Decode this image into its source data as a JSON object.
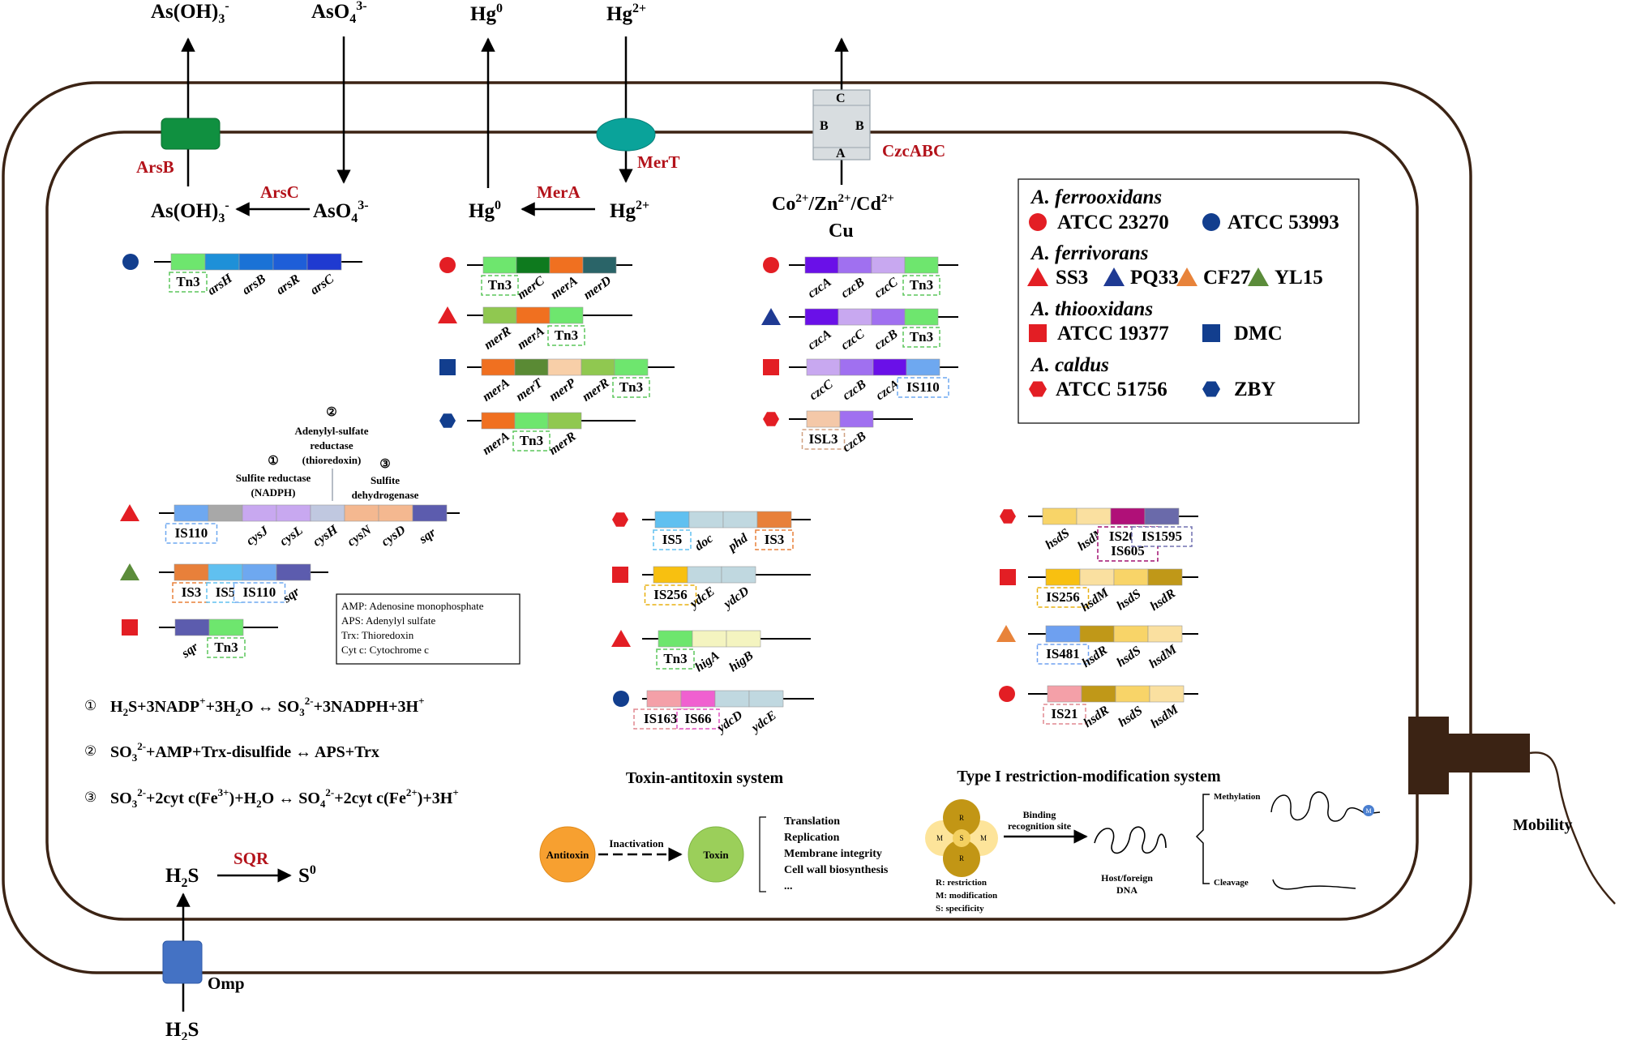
{
  "arsenic": {
    "top_left": "As(OH)",
    "top_left_sub": "3",
    "top_left_sup": "-",
    "top_right": "AsO",
    "top_right_sub": "4",
    "top_right_sup": "3-",
    "transporter": "ArsB",
    "enzyme": "ArsC",
    "inner_left": "As(OH)",
    "inner_left_sub": "3",
    "inner_left_sup": "-",
    "inner_right": "AsO",
    "inner_right_sub": "4",
    "inner_right_sup": "3-"
  },
  "mercury": {
    "top_left": "Hg",
    "top_left_sup": "0",
    "top_right": "Hg",
    "top_right_sup": "2+",
    "transporter": "MerT",
    "enzyme": "MerA",
    "inner_left": "Hg",
    "inner_left_sup": "0",
    "inner_right": "Hg",
    "inner_right_sup": "2+"
  },
  "czc": {
    "pump": "CzcABC",
    "letters": {
      "c": "C",
      "b1": "B",
      "b2": "B",
      "a": "A"
    },
    "metals_l1_parts": [
      "Co",
      "2+",
      "/Zn",
      "2+",
      "/Cd",
      "2+"
    ],
    "metals_l2": "Cu"
  },
  "legend": {
    "groups": [
      {
        "species": "A. ferrooxidans",
        "strains": [
          {
            "shape": "circle",
            "color": "#e31e24",
            "label": "ATCC 23270"
          },
          {
            "shape": "circle",
            "color": "#123e8e",
            "label": "ATCC 53993"
          }
        ]
      },
      {
        "species": "A. ferrivorans",
        "strains": [
          {
            "shape": "triangle",
            "color": "#e31e24",
            "label": "SS3"
          },
          {
            "shape": "triangle",
            "color": "#1f3a93",
            "label": "PQ33"
          },
          {
            "shape": "triangle",
            "color": "#e8833a",
            "label": "CF27"
          },
          {
            "shape": "triangle",
            "color": "#5b8c3a",
            "label": "YL15"
          }
        ]
      },
      {
        "species": "A. thiooxidans",
        "strains": [
          {
            "shape": "square",
            "color": "#e31e24",
            "label": "ATCC 19377"
          },
          {
            "shape": "square",
            "color": "#123e8e",
            "label": "DMC"
          }
        ]
      },
      {
        "species": "A. caldus",
        "strains": [
          {
            "shape": "hexagon",
            "color": "#e31e24",
            "label": "ATCC 51756"
          },
          {
            "shape": "hexagon",
            "color": "#123e8e",
            "label": "ZBY"
          }
        ]
      }
    ]
  },
  "sulfur_labels": {
    "n1": "①",
    "l1a": "Sulfite reductase",
    "l1b": "(NADPH)",
    "n2": "②",
    "l2a": "Adenylyl-sulfate",
    "l2b": "reductase",
    "l2c": "(thioredoxin)",
    "n3": "③",
    "l3a": "Sulfite",
    "l3b": "dehydrogenase"
  },
  "abbreviations": [
    "AMP: Adenosine monophosphate",
    "APS: Adenylyl sulfate",
    "Trx: Thioredoxin",
    "Cyt c: Cytochrome c"
  ],
  "equations": {
    "e1_num": "①",
    "e1_parts": [
      "H",
      "2",
      "S+3NADP",
      "+",
      "+3H",
      "2",
      "O ↔ SO",
      "3",
      "2-",
      "+3NADPH+3H",
      "+"
    ],
    "e2_num": "②",
    "e2_parts": [
      "SO",
      "3",
      "2-",
      "+AMP+Trx-disulfide ↔ APS+Trx"
    ],
    "e3_num": "③",
    "e3_parts": [
      "SO",
      "3",
      "2-",
      "+2cyt c(Fe",
      "3+",
      ")+H",
      "2",
      "O ↔ SO",
      "4",
      "2-",
      "+2cyt c(Fe",
      "2+",
      ")+3H",
      "+"
    ]
  },
  "sqr": {
    "left": "H",
    "left_sub": "2",
    "left_tail": "S",
    "enzyme": "SQR",
    "right": "S",
    "right_sup": "0",
    "omp": "Omp",
    "bottom": "H",
    "bottom_sub": "2",
    "bottom_tail": "S"
  },
  "toxin": {
    "title": "Toxin-antitoxin system",
    "antitoxin": "Antitoxin",
    "arrow": "Inactivation",
    "toxin": "Toxin",
    "targets": [
      "Translation",
      "Replication",
      "Membrane integrity",
      "Cell wall biosynthesis",
      "..."
    ]
  },
  "rm": {
    "title": "Type I restriction-modification system",
    "r1": "R",
    "r2": "R",
    "m1": "M",
    "m2": "M",
    "s": "S",
    "binding": "Binding",
    "recognition": "recognition site",
    "host1": "Host/foreign",
    "host2": "DNA",
    "methylation": "Methylation",
    "cleavage": "Cleavage",
    "mark": "M",
    "key": [
      "R: restriction",
      "M: modification",
      "S: specificity"
    ]
  },
  "mobility": "Mobility",
  "gene_clusters": [
    {
      "id": "ars_dmc",
      "marker": {
        "shape": "circle",
        "color": "#123e8e"
      },
      "genes": [
        {
          "name": "Tn3",
          "color": "#6ee66e",
          "box": "#5cc65c"
        },
        {
          "name": "arsH",
          "color": "#1e90d8"
        },
        {
          "name": "arsB",
          "color": "#1a72d6"
        },
        {
          "name": "arsR",
          "color": "#1e5ed8"
        },
        {
          "name": "arsC",
          "color": "#1f3ad0"
        }
      ]
    },
    {
      "id": "mer_23270",
      "marker": {
        "shape": "circle",
        "color": "#e31e24"
      },
      "genes": [
        {
          "name": "Tn3",
          "color": "#6ee66e",
          "box": "#5cc65c"
        },
        {
          "name": "merC",
          "color": "#0e7a1e"
        },
        {
          "name": "merA",
          "color": "#f07020"
        },
        {
          "name": "merD",
          "color": "#2a6468"
        }
      ]
    },
    {
      "id": "mer_ss3",
      "marker": {
        "shape": "triangle",
        "color": "#e31e24"
      },
      "genes": [
        {
          "name": "merR",
          "color": "#90c850"
        },
        {
          "name": "merA",
          "color": "#f07020"
        },
        {
          "name": "Tn3",
          "color": "#6ee66e",
          "box": "#5cc65c"
        }
      ]
    },
    {
      "id": "mer_19377",
      "marker": {
        "shape": "square",
        "color": "#123e8e"
      },
      "genes": [
        {
          "name": "merA",
          "color": "#f07020"
        },
        {
          "name": "merT",
          "color": "#5a8a34"
        },
        {
          "name": "merP",
          "color": "#f8cfa8"
        },
        {
          "name": "merR",
          "color": "#90c850"
        },
        {
          "name": "Tn3",
          "color": "#6ee66e",
          "box": "#5cc65c"
        }
      ]
    },
    {
      "id": "mer_zby",
      "marker": {
        "shape": "hexagon",
        "color": "#123e8e"
      },
      "genes": [
        {
          "name": "merA",
          "color": "#f07020"
        },
        {
          "name": "Tn3",
          "color": "#6ee66e",
          "box": "#5cc65c"
        },
        {
          "name": "merR",
          "color": "#90c850"
        }
      ]
    },
    {
      "id": "czc_23270",
      "marker": {
        "shape": "circle",
        "color": "#e31e24"
      },
      "genes": [
        {
          "name": "czcA",
          "color": "#6a10e8"
        },
        {
          "name": "czcB",
          "color": "#a070f0"
        },
        {
          "name": "czcC",
          "color": "#c8a8f0"
        },
        {
          "name": "Tn3",
          "color": "#6ee66e",
          "box": "#5cc65c"
        }
      ]
    },
    {
      "id": "czc_pq33",
      "marker": {
        "shape": "triangle",
        "color": "#1f3a93"
      },
      "genes": [
        {
          "name": "czcA",
          "color": "#6a10e8"
        },
        {
          "name": "czcC",
          "color": "#c8a8f0"
        },
        {
          "name": "czcB",
          "color": "#a070f0"
        },
        {
          "name": "Tn3",
          "color": "#6ee66e",
          "box": "#5cc65c"
        }
      ]
    },
    {
      "id": "czc_19377",
      "marker": {
        "shape": "square",
        "color": "#e31e24"
      },
      "genes": [
        {
          "name": "czcC",
          "color": "#c8a8f0"
        },
        {
          "name": "czcB",
          "color": "#a070f0"
        },
        {
          "name": "czcA",
          "color": "#6a10e8"
        },
        {
          "name": "IS110",
          "color": "#6ea8f0",
          "box": "#6ea8f0"
        }
      ]
    },
    {
      "id": "czc_51756",
      "marker": {
        "shape": "hexagon",
        "color": "#e31e24"
      },
      "genes": [
        {
          "name": "ISL3",
          "color": "#f4c8a8",
          "box": "#d0a080"
        },
        {
          "name": "czcB",
          "color": "#a070f0"
        }
      ]
    },
    {
      "id": "sox_ss3",
      "marker": {
        "shape": "triangle",
        "color": "#e31e24"
      },
      "genes": [
        {
          "name": "IS110",
          "color": "#6ea8f0",
          "box": "#6ea8f0"
        },
        {
          "name": "",
          "color": "#a8a8a8"
        },
        {
          "name": "cysJ",
          "color": "#c8a8f0"
        },
        {
          "name": "cysL",
          "color": "#c8a8f0"
        },
        {
          "name": "cysH",
          "color": "#c0c8e0"
        },
        {
          "name": "cysN",
          "color": "#f4b890"
        },
        {
          "name": "cysD",
          "color": "#f4b890"
        },
        {
          "name": "sqr",
          "color": "#5c5cae"
        }
      ]
    },
    {
      "id": "sox_yl15",
      "marker": {
        "shape": "triangle",
        "color": "#5b8c3a"
      },
      "genes": [
        {
          "name": "IS3",
          "color": "#e8803a",
          "box": "#e8803a"
        },
        {
          "name": "IS5",
          "color": "#60c0f0",
          "box": "#60c0f0"
        },
        {
          "name": "IS110",
          "color": "#6ea8f0",
          "box": "#6ea8f0"
        },
        {
          "name": "sqr",
          "color": "#5c5cae"
        }
      ]
    },
    {
      "id": "sox_19377",
      "marker": {
        "shape": "square",
        "color": "#e31e24"
      },
      "genes": [
        {
          "name": "sqr",
          "color": "#5c5cae"
        },
        {
          "name": "Tn3",
          "color": "#6ee66e",
          "box": "#5cc65c"
        }
      ]
    },
    {
      "id": "ta_51756",
      "marker": {
        "shape": "hexagon",
        "color": "#e31e24"
      },
      "genes": [
        {
          "name": "IS5",
          "color": "#60c0f0",
          "box": "#60c0f0"
        },
        {
          "name": "doc",
          "color": "#c0d8e0"
        },
        {
          "name": "phd",
          "color": "#c0d8e0"
        },
        {
          "name": "IS3",
          "color": "#e8803a",
          "box": "#e8803a"
        }
      ]
    },
    {
      "id": "ta_19377",
      "marker": {
        "shape": "square",
        "color": "#e31e24"
      },
      "genes": [
        {
          "name": "IS256",
          "color": "#f8c010",
          "box": "#e8b010"
        },
        {
          "name": "ydcE",
          "color": "#c0d8e0"
        },
        {
          "name": "ydcD",
          "color": "#c0d8e0"
        }
      ]
    },
    {
      "id": "ta_ss3",
      "marker": {
        "shape": "triangle",
        "color": "#e31e24"
      },
      "genes": [
        {
          "name": "Tn3",
          "color": "#6ee66e",
          "box": "#5cc65c"
        },
        {
          "name": "higA",
          "color": "#f4f4c0"
        },
        {
          "name": "higB",
          "color": "#f4f4c0"
        }
      ]
    },
    {
      "id": "ta_53993",
      "marker": {
        "shape": "circle",
        "color": "#123e8e"
      },
      "genes": [
        {
          "name": "IS1634",
          "color": "#f4a0a8",
          "box": "#e08890"
        },
        {
          "name": "IS66",
          "color": "#f060d0",
          "box": "#e050c0"
        },
        {
          "name": "ydcD",
          "color": "#c0d8e0"
        },
        {
          "name": "ydcE",
          "color": "#c0d8e0"
        }
      ]
    },
    {
      "id": "rm_51756",
      "marker": {
        "shape": "hexagon",
        "color": "#e31e24"
      },
      "genes": [
        {
          "name": "hsdS",
          "color": "#f8d468"
        },
        {
          "name": "hsdM",
          "color": "#fae0a0"
        },
        {
          "name": "IS200/\nIS605",
          "color": "#b01078",
          "box": "#a01070"
        },
        {
          "name": "IS1595",
          "color": "#6a6aaa",
          "box": "#7070b0"
        }
      ]
    },
    {
      "id": "rm_19377",
      "marker": {
        "shape": "square",
        "color": "#e31e24"
      },
      "genes": [
        {
          "name": "IS256",
          "color": "#f8c010",
          "box": "#e8b010"
        },
        {
          "name": "hsdM",
          "color": "#fae0a0"
        },
        {
          "name": "hsdS",
          "color": "#f8d468"
        },
        {
          "name": "hsdR",
          "color": "#c09818"
        }
      ]
    },
    {
      "id": "rm_cf27",
      "marker": {
        "shape": "triangle",
        "color": "#e8833a"
      },
      "genes": [
        {
          "name": "IS481",
          "color": "#6ea0f0",
          "box": "#6ea0f0"
        },
        {
          "name": "hsdR",
          "color": "#c09818"
        },
        {
          "name": "hsdS",
          "color": "#f8d468"
        },
        {
          "name": "hsdM",
          "color": "#fae0a0"
        }
      ]
    },
    {
      "id": "rm_23270",
      "marker": {
        "shape": "circle",
        "color": "#e31e24"
      },
      "genes": [
        {
          "name": "IS21",
          "color": "#f4a0a8",
          "box": "#e08890"
        },
        {
          "name": "hsdR",
          "color": "#c09818"
        },
        {
          "name": "hsdS",
          "color": "#f8d468"
        },
        {
          "name": "hsdM",
          "color": "#fae0a0"
        }
      ]
    }
  ]
}
